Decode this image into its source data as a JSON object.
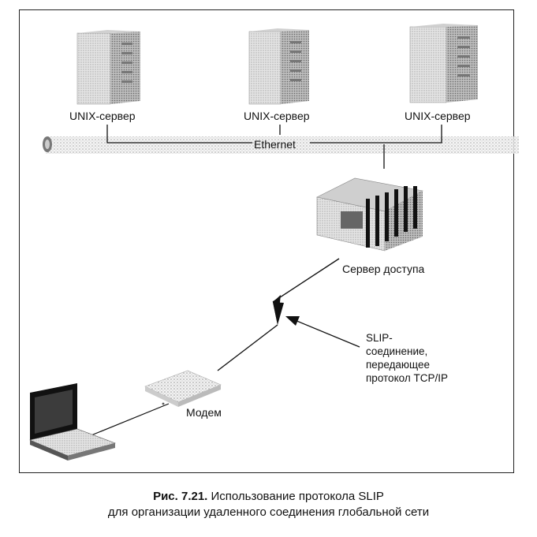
{
  "diagram": {
    "server_labels": [
      "UNIX-сервер",
      "UNIX-сервер",
      "UNIX-сервер"
    ],
    "network_label": "Ethernet",
    "access_server_label": "Сервер доступа",
    "modem_label": "Модем",
    "slip_label_lines": [
      "SLIP-",
      "соединение,",
      "передающее",
      "протокол TCP/IP"
    ]
  },
  "caption": {
    "prefix": "Рис. 7.21.",
    "line1": "Использование протокола SLIP",
    "line2": "для организации удаленного соединения глобальной сети"
  },
  "colors": {
    "ink": "#111111",
    "light_gray": "#d9d9d9",
    "mid_gray": "#9a9a9a",
    "dark_gray": "#555555"
  }
}
